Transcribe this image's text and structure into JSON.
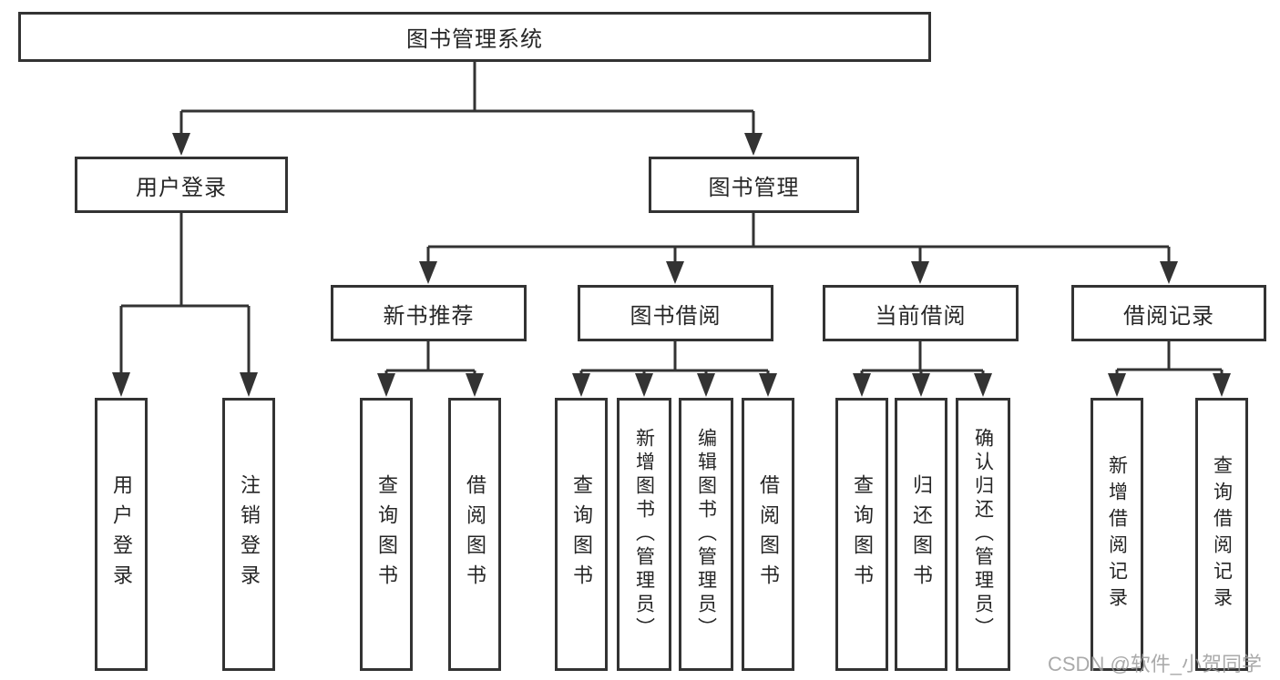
{
  "diagram": {
    "root": {
      "label": "图书管理系统"
    },
    "branches": [
      {
        "label": "用户登录",
        "children": [
          {
            "label": "用户登录"
          },
          {
            "label": "注销登录"
          }
        ]
      },
      {
        "label": "图书管理",
        "sections": [
          {
            "label": "新书推荐",
            "children": [
              {
                "label": "查询图书"
              },
              {
                "label": "借阅图书"
              }
            ]
          },
          {
            "label": "图书借阅",
            "children": [
              {
                "label": "查询图书"
              },
              {
                "label": "新增图书（管理员）"
              },
              {
                "label": "编辑图书（管理员）"
              },
              {
                "label": "借阅图书"
              }
            ]
          },
          {
            "label": "当前借阅",
            "children": [
              {
                "label": "查询图书"
              },
              {
                "label": "归还图书"
              },
              {
                "label": "确认归还（管理员）"
              }
            ]
          },
          {
            "label": "借阅记录",
            "children": [
              {
                "label": "新增借阅记录"
              },
              {
                "label": "查询借阅记录"
              }
            ]
          }
        ]
      }
    ]
  },
  "watermark": {
    "text": "CSDN @软件_小贺同学"
  },
  "colors": {
    "line": "#333333",
    "box_border": "#333333",
    "box_fill": "#ffffff",
    "text": "#262626",
    "watermark": "#9c9c9c",
    "background": "#ffffff"
  }
}
